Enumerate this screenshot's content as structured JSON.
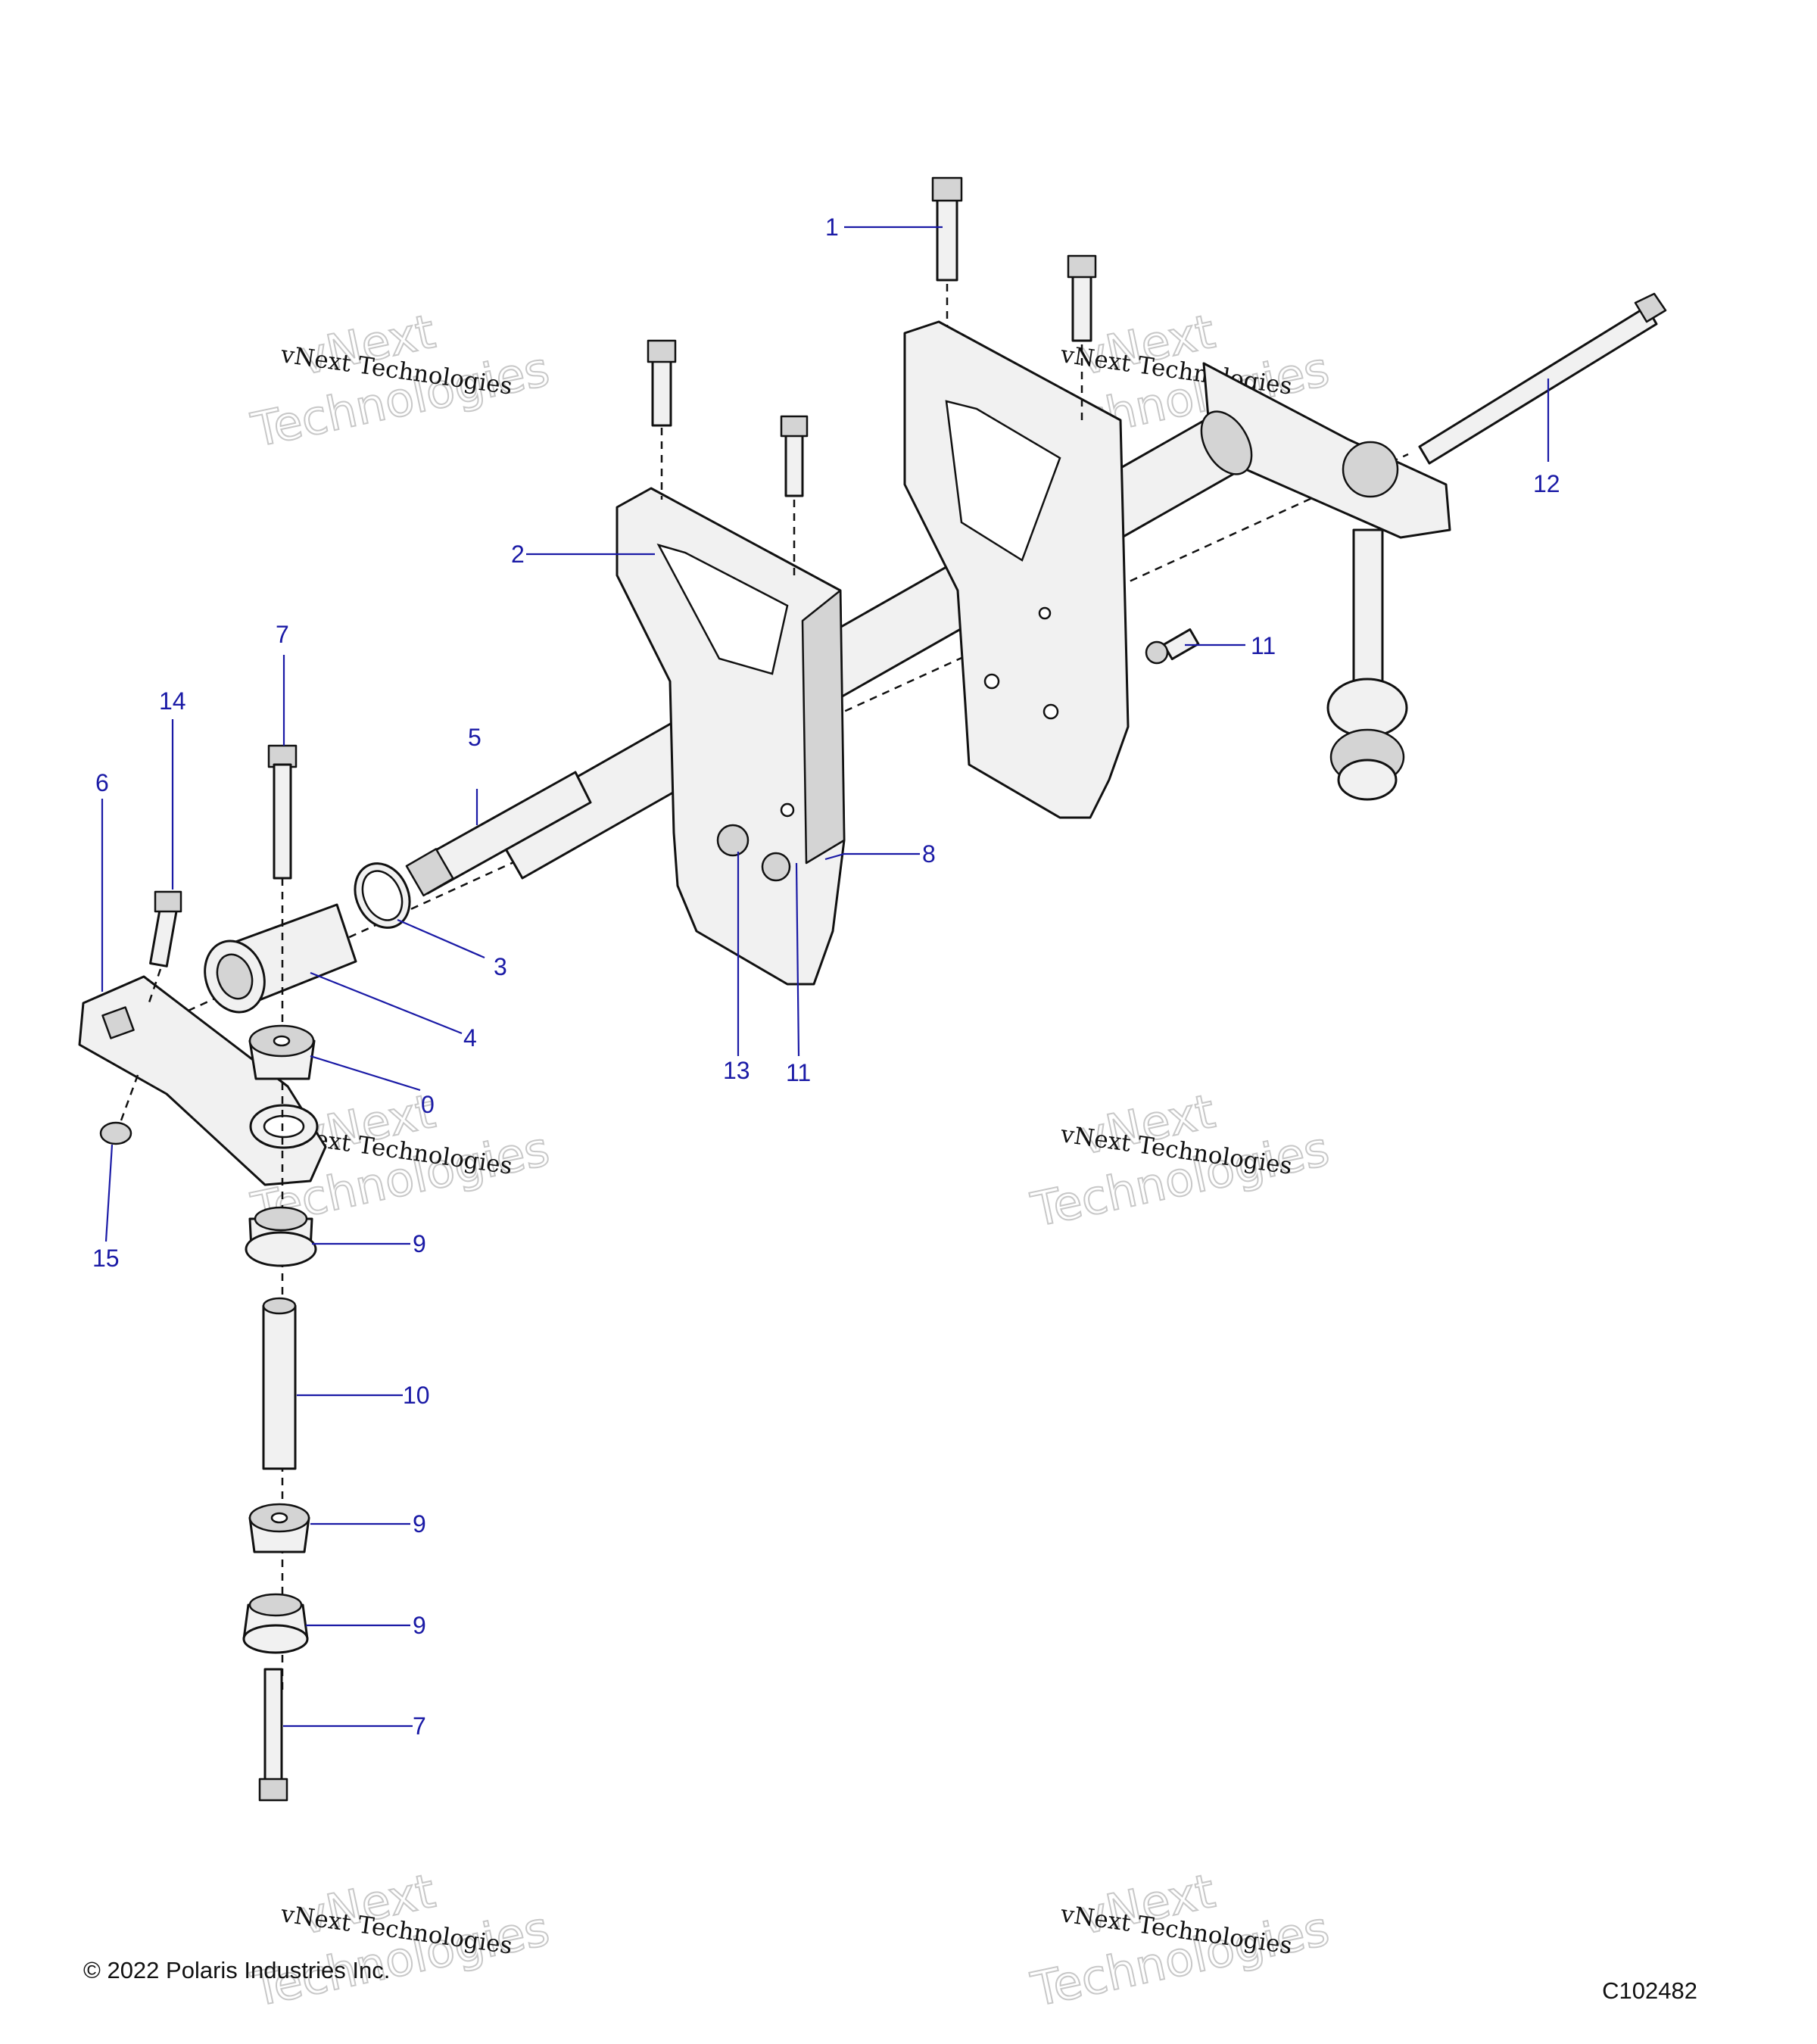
{
  "callouts": [
    "1",
    "2",
    "3",
    "4",
    "5",
    "6",
    "7",
    "8",
    "0",
    "9",
    "10",
    "11",
    "12",
    "13",
    "14",
    "15"
  ],
  "watermark": {
    "line1": "vNext Technologies",
    "top": "vNext",
    "bottom": "Technologies"
  },
  "footer": {
    "copyright": "© 2022 Polaris Industries Inc.",
    "drawing_id": "C102482"
  },
  "colors": {
    "callout": "#1a1aa6",
    "line": "#111111",
    "part_fill": "#f1f1f1"
  }
}
